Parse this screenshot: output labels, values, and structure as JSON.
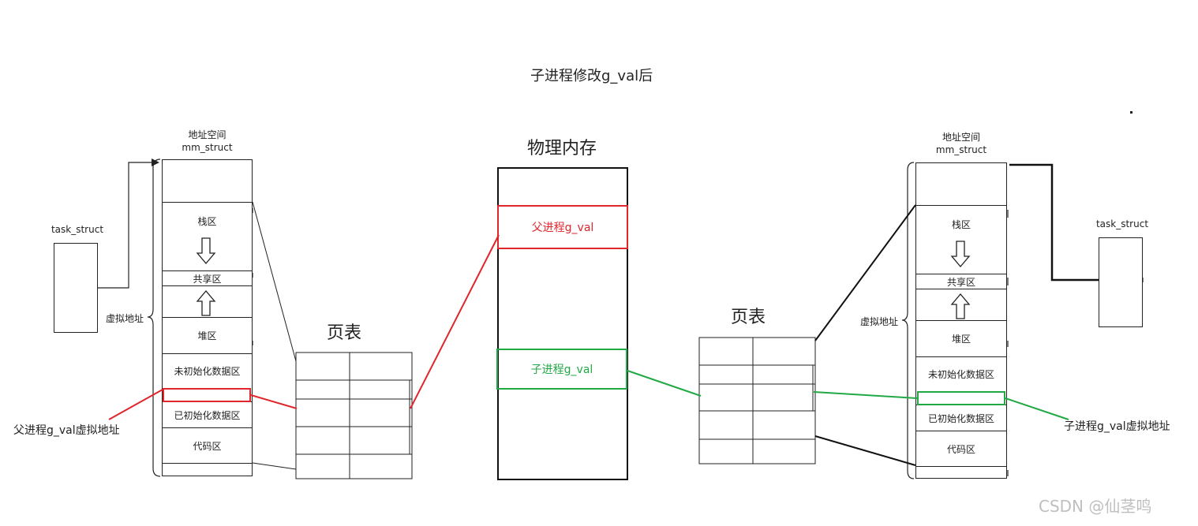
{
  "title": "子进程修改g_val后",
  "left": {
    "addr_space_line1": "地址空间",
    "addr_space_line2": "mm_struct",
    "task_struct": "task_struct",
    "virtual_addr": "虚拟地址",
    "segments": [
      "栈区",
      "共享区",
      "堆区",
      "未初始化数据区",
      "已初始化数据区",
      "代码区"
    ],
    "page_table": "页表",
    "annotation": "父进程g_val虚拟地址"
  },
  "physical": {
    "title": "物理内存",
    "parent_val": "父进程g_val",
    "child_val": "子进程g_val"
  },
  "right": {
    "addr_space_line1": "地址空间",
    "addr_space_line2": "mm_struct",
    "task_struct": "task_struct",
    "virtual_addr": "虚拟地址",
    "segments": [
      "栈区",
      "共享区",
      "堆区",
      "未初始化数据区",
      "已初始化数据区",
      "代码区"
    ],
    "page_table": "页表",
    "annotation": "子进程g_val虚拟地址"
  },
  "watermark": "CSDN @仙茎鸣",
  "colors": {
    "parent": "#e0252b",
    "child": "#22a845",
    "line": "#222222"
  }
}
